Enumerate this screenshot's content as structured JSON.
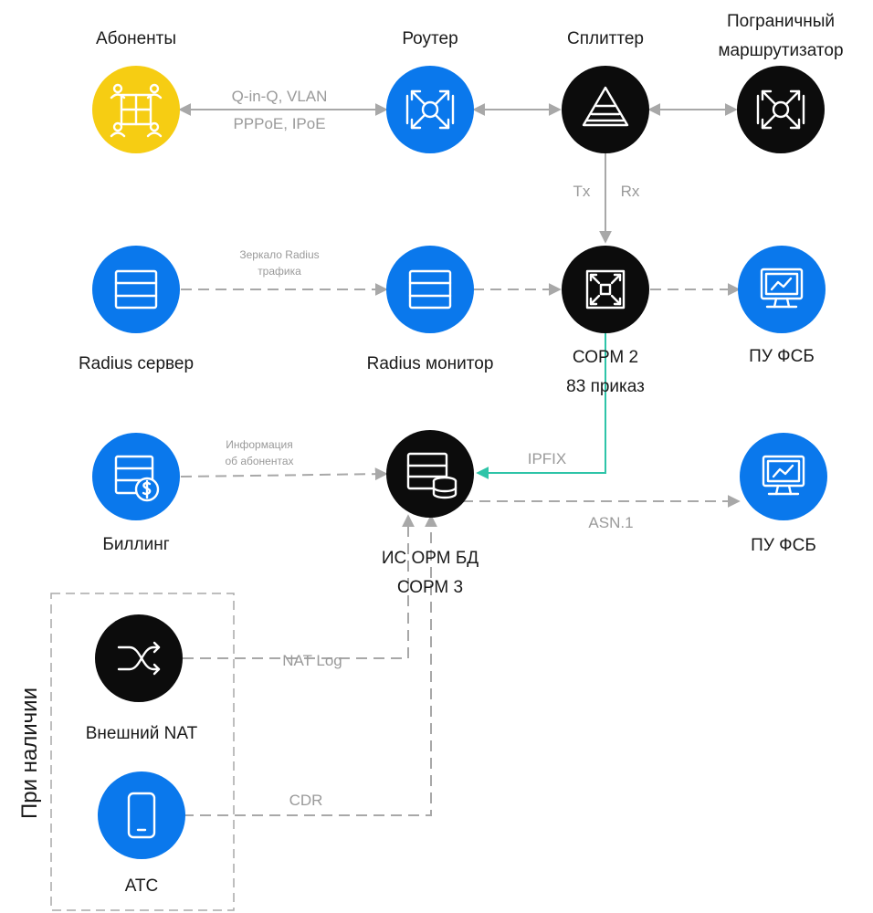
{
  "colors": {
    "yellow": "#f6cd13",
    "blue": "#0a78ec",
    "black": "#0c0c0c",
    "edge": "#a8a8a8",
    "teal": "#2ec4a8",
    "label": "#1a1a1a",
    "edge_label": "#9a9a9a"
  },
  "nodes": {
    "subscribers": {
      "label": "Абоненты",
      "icon": "subscribers-network-icon"
    },
    "router": {
      "label": "Роутер",
      "icon": "router-arrows-icon"
    },
    "splitter": {
      "label": "Сплиттер",
      "icon": "prism-icon"
    },
    "border_router": {
      "label_line1": "Пограничный",
      "label_line2": "маршрутизатор",
      "icon": "router-arrows-icon"
    },
    "radius_server": {
      "label": "Radius сервер",
      "icon": "server-icon"
    },
    "radius_monitor": {
      "label": "Radius монитор",
      "icon": "server-icon"
    },
    "sorm2": {
      "label_line1": "СОРМ 2",
      "label_line2": "83 приказ",
      "icon": "sorm-device-icon"
    },
    "pu_fsb_1": {
      "label": "ПУ ФСБ",
      "icon": "monitor-chart-icon"
    },
    "billing": {
      "label": "Биллинг",
      "icon": "billing-server-icon"
    },
    "is_orm": {
      "label_line1": "ИС ОРМ БД",
      "label_line2": "СОРМ 3",
      "icon": "database-server-icon"
    },
    "pu_fsb_2": {
      "label": "ПУ ФСБ",
      "icon": "monitor-chart-icon"
    },
    "external_nat": {
      "label": "Внешний NAT",
      "icon": "shuffle-icon"
    },
    "ats": {
      "label": "АТС",
      "icon": "phone-icon"
    }
  },
  "edges": {
    "subscribers_router_line1": "Q-in-Q, VLAN",
    "subscribers_router_line2": "PPPoE, IPoE",
    "splitter_tx": "Tx",
    "splitter_rx": "Rx",
    "radius_mirror_line1": "Зеркало Radius",
    "radius_mirror_line2": "трафика",
    "billing_info_line1": "Информация",
    "billing_info_line2": "об абонентах",
    "ipfix": "IPFIX",
    "asn1": "ASN.1",
    "nat_log": "NAT Log",
    "cdr": "CDR"
  },
  "group": {
    "label": "При наличии"
  }
}
